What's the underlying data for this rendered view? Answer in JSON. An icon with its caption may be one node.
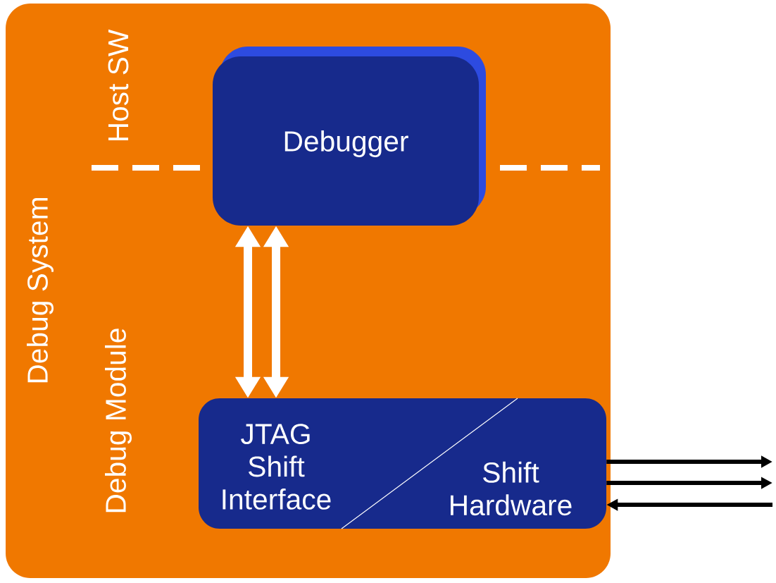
{
  "diagram": {
    "nodes": [
      {
        "text": [
          "Debug System"
        ]
      },
      {
        "text": [
          "Debugger"
        ],
        "in": 0
      },
      {
        "text": [
          "JTAG Shift Interface",
          "Shift Hardware"
        ],
        "in": 0
      }
    ],
    "edges": [
      {
        "from": 1,
        "to": 2,
        "arrow": "both",
        "style": "thick",
        "color": "#ffffff"
      },
      {
        "from": 1,
        "to": 2,
        "arrow": "both",
        "style": "thick",
        "color": "#ffffff"
      },
      {
        "from": 2,
        "to": null,
        "arrow": "to"
      },
      {
        "from": 2,
        "to": null,
        "arrow": "to"
      },
      {
        "from": null,
        "to": 2,
        "arrow": "to"
      }
    ],
    "labels": [
      "Host SW",
      "Debug Module"
    ]
  }
}
